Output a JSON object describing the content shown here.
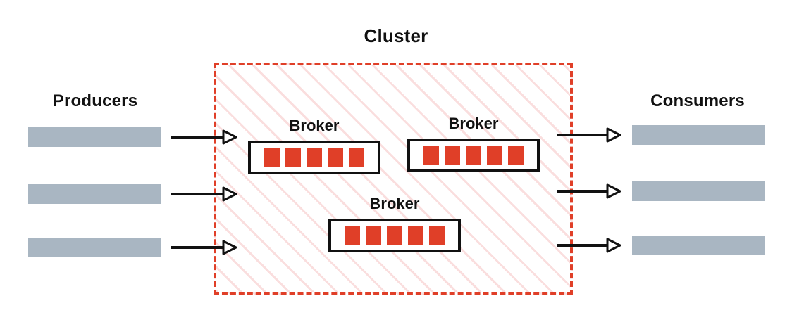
{
  "diagram": {
    "title": "Cluster",
    "type": "messaging-cluster-architecture",
    "colors": {
      "cluster_border": "#e03f28",
      "cluster_hatch": "#fadede",
      "partition": "#e03f28",
      "bar": "#a9b6c2",
      "arrow": "#111111",
      "text": "#111111",
      "background": "#ffffff"
    }
  },
  "producers": {
    "title": "Producers",
    "bars": [
      {
        "name": "producer-1"
      },
      {
        "name": "producer-2"
      },
      {
        "name": "producer-3"
      }
    ]
  },
  "consumers": {
    "title": "Consumers",
    "bars": [
      {
        "name": "consumer-1"
      },
      {
        "name": "consumer-2"
      },
      {
        "name": "consumer-3"
      }
    ]
  },
  "cluster": {
    "label": "Cluster",
    "brokers": [
      {
        "label": "Broker",
        "partitions": 5
      },
      {
        "label": "Broker",
        "partitions": 5
      },
      {
        "label": "Broker",
        "partitions": 5
      }
    ]
  },
  "arrows": {
    "inbound": [
      {
        "name": "producer-1-to-cluster"
      },
      {
        "name": "producer-2-to-cluster"
      },
      {
        "name": "producer-3-to-cluster"
      }
    ],
    "outbound": [
      {
        "name": "cluster-to-consumer-1"
      },
      {
        "name": "cluster-to-consumer-2"
      },
      {
        "name": "cluster-to-consumer-3"
      }
    ]
  }
}
